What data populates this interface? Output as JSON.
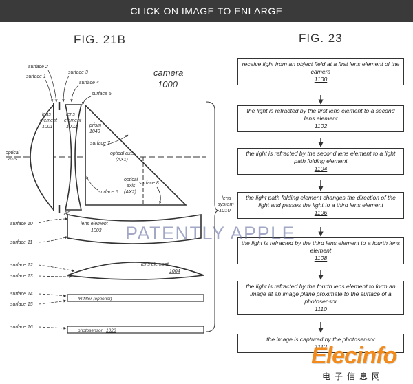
{
  "header": {
    "title": "CLICK ON IMAGE TO ENLARGE"
  },
  "fig21b": {
    "title": "FIG. 21B",
    "camera_label": "camera",
    "camera_number": "1000",
    "lens_system_line1": "lens",
    "lens_system_line2": "system",
    "lens_system_number": "1010",
    "optical_axis_line1": "optical",
    "optical_axis_line2": "axis",
    "surface_1": "surface 1",
    "surface_2": "surface 2",
    "surface_3": "surface 3",
    "surface_4": "surface 4",
    "surface_5": "surface 5",
    "surface_6": "surface 6",
    "surface_7": "surface 7",
    "surface_8": "surface 8",
    "surface_10": "surface 10",
    "surface_11": "surface 11",
    "surface_12": "surface 12",
    "surface_13": "surface 13",
    "surface_14": "surface 14",
    "surface_15": "surface 15",
    "surface_16": "surface 16",
    "lens1_line1": "lens",
    "lens1_line2": "element",
    "lens1_number": "1001",
    "lens2_line1": "lens",
    "lens2_line2": "element",
    "lens2_number": "1002",
    "prism_label": "prism",
    "prism_number": "1040",
    "ax1_line1": "optical  axis",
    "ax1_line2": "(AX1)",
    "ax2_line1": "optical",
    "ax2_line2": "axis",
    "ax2_line3": "(AX2)",
    "as_label": "AS",
    "lens3_label": "lens element",
    "lens3_number": "1003",
    "lens4_label": "lens element",
    "lens4_number": "1004",
    "ir_filter_label": "IR filter (optional)",
    "photosensor_label": "photosensor",
    "photosensor_number": "1020"
  },
  "fig23": {
    "title": "FIG. 23",
    "steps": [
      {
        "text": "receive light from an object field at a first lens element of the camera",
        "number": "1100"
      },
      {
        "text": "the light is refracted by the first lens element to a second lens element",
        "number": "1102"
      },
      {
        "text": "the light is refracted by the second lens element to a light path folding element",
        "number": "1104"
      },
      {
        "text": "the light path folding element changes the direction of the light and passes the light to a third lens element",
        "number": "1106"
      },
      {
        "text": "the light is refracted by the third lens element to a fourth lens element",
        "number": "1108"
      },
      {
        "text": "the light is refracted by the fourth lens element to form an image at an image plane proximate to the surface of a photosensor",
        "number": "1110"
      },
      {
        "text": "the image is captured by the photosensor",
        "number": "1112"
      }
    ]
  },
  "watermark": "PATENTLY APPLE",
  "logo": {
    "text": "Elecinfo",
    "subtitle": "电子信息网"
  },
  "colors": {
    "header_bg": "#3a3a3a",
    "logo_orange": "#f28a1c",
    "watermark": "#646ea0"
  }
}
